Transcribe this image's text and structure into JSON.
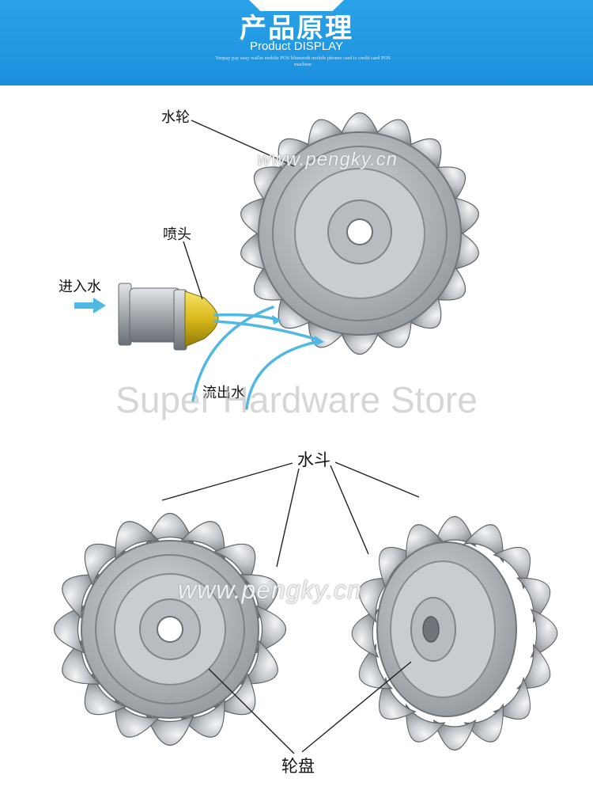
{
  "header": {
    "title": "产品原理",
    "subtitle": "Product DISPLAY",
    "tagline": "Yeepay pay easy wallet mobile POS bluetooth mobile phones card is credit card POS machine"
  },
  "labels": {
    "water_wheel": "水轮",
    "nozzle": "喷头",
    "water_in": "进入水",
    "water_out": "流出水",
    "bucket": "水斗",
    "disc": "轮盘"
  },
  "watermarks": {
    "url": "www.pengky.cn",
    "store": "Super Hardware Store"
  },
  "colors": {
    "header_blue": "#1e96e0",
    "flow_blue": "#4fb8e3",
    "nozzle_yellow": "#e0c21a",
    "metal_gray": "#9ea3a8"
  }
}
